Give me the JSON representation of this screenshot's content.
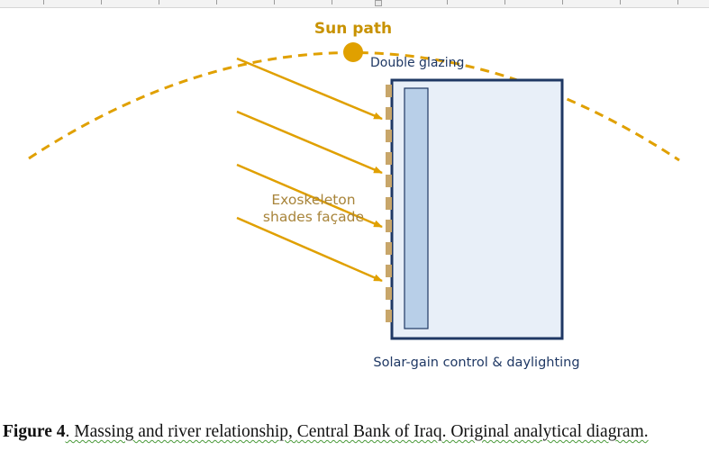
{
  "diagram": {
    "sun_label": "Sun path",
    "glazing_label": "Double glazing",
    "exoskeleton_line1": "Exoskeleton",
    "exoskeleton_line2": "shades façade",
    "solar_label": "Solar-gain control & daylighting",
    "colors": {
      "sun": "#e0a000",
      "sun_label": "#c89200",
      "annotation_gold": "#a8843a",
      "navy": "#1f3864",
      "building_fill": "#e8eff8",
      "glazing_fill": "#b8cfe8",
      "shade": "#c8a66a"
    }
  },
  "caption": {
    "figure_label": "Figure 4",
    "text_a": ". Massing and river relationship, ",
    "text_b": "Central Bank of Iraq",
    "text_c": ". Original analytical diagram."
  }
}
